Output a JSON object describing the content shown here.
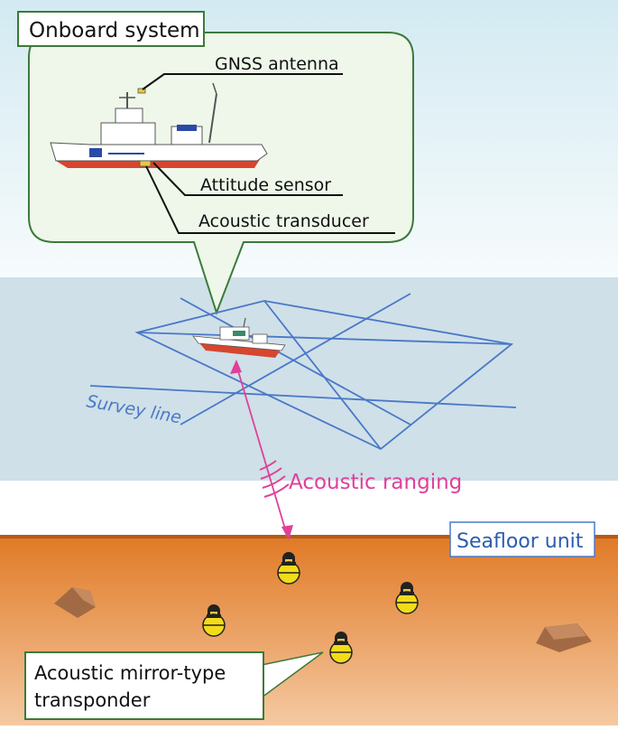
{
  "labels": {
    "onboard_system": "Onboard system",
    "gnss_antenna": "GNSS antenna",
    "attitude_sensor": "Attitude sensor",
    "acoustic_transducer": "Acoustic transducer",
    "survey_line": "Survey line",
    "acoustic_ranging": "Acoustic ranging",
    "seafloor_unit": "Seafloor unit",
    "transponder_line1": "Acoustic mirror-type",
    "transponder_line2": "transponder"
  },
  "colors": {
    "sky_top": "#d8ecf3",
    "sea": "#cfe0e8",
    "seafloor_top": "#e07a26",
    "seafloor_bottom": "#f4c49a",
    "callout_fill": "#eef7e9",
    "callout_stroke": "#3c7a3a",
    "survey_line": "#4a78c8",
    "ranging": "#e0409a",
    "transponder_yellow": "#f2dc1a",
    "rock": "#a26a44"
  },
  "icons": [
    "ship-icon",
    "transponder-icon",
    "rock-icon"
  ]
}
